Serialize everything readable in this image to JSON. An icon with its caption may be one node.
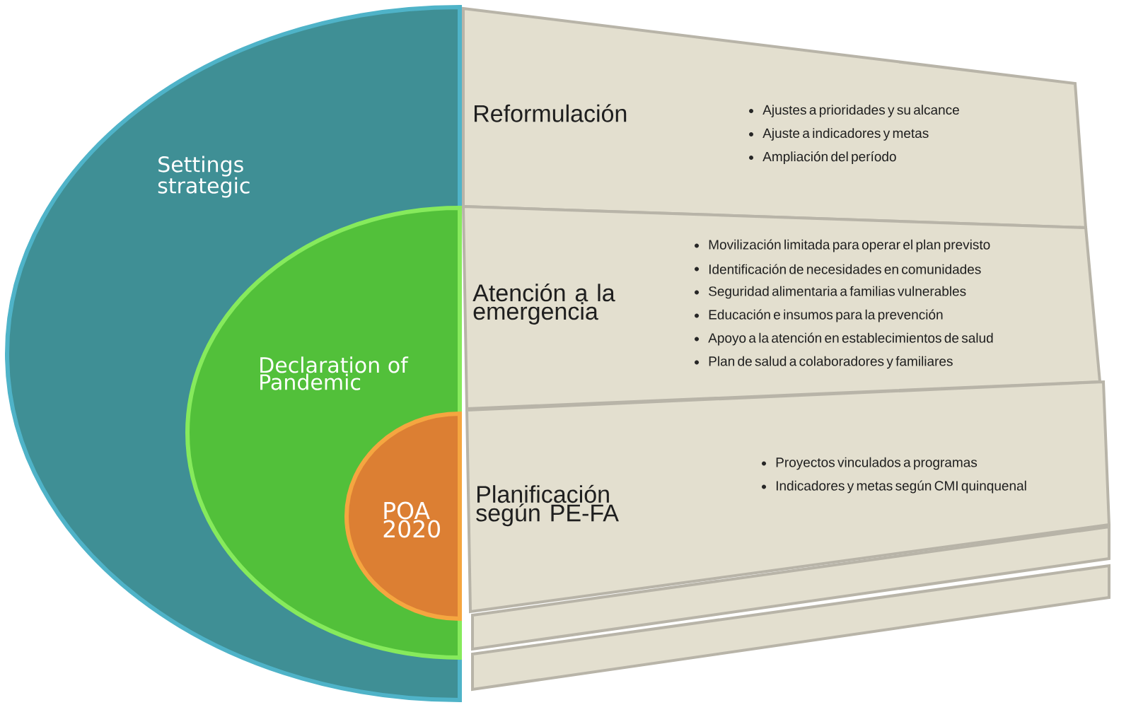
{
  "diagram": {
    "nodes": [
      {
        "text": [
          "Settings strategic"
        ]
      },
      {
        "text": [
          "Declaration of Pandemic"
        ],
        "in": 0
      },
      {
        "text": [
          "POA 2020"
        ],
        "in": 1
      },
      {
        "text": [
          "Reformulación",
          "Ajustes a prioridades y su alcance",
          "Ajuste a indicadores y metas",
          "Ampliación del período"
        ]
      },
      {
        "text": [
          "Atención a la emergencia",
          "Movilización limitada para operar el plan previsto",
          "Identificación de necesidades en comunidades",
          "Seguridad alimentaria a familias vulnerables",
          "Educación e insumos para la prevención",
          "Apoyo a la atención en establecimientos de salud",
          "Plan de salud a colaboradores y familiares"
        ]
      },
      {
        "text": [
          "Planificación según PE-FA",
          "Proyectos vinculados a programas",
          "Indicadores y metas según CMI quinquenal"
        ]
      },
      {
        "text": [],
        "shape": "band"
      },
      {
        "text": [],
        "shape": "band"
      }
    ]
  }
}
